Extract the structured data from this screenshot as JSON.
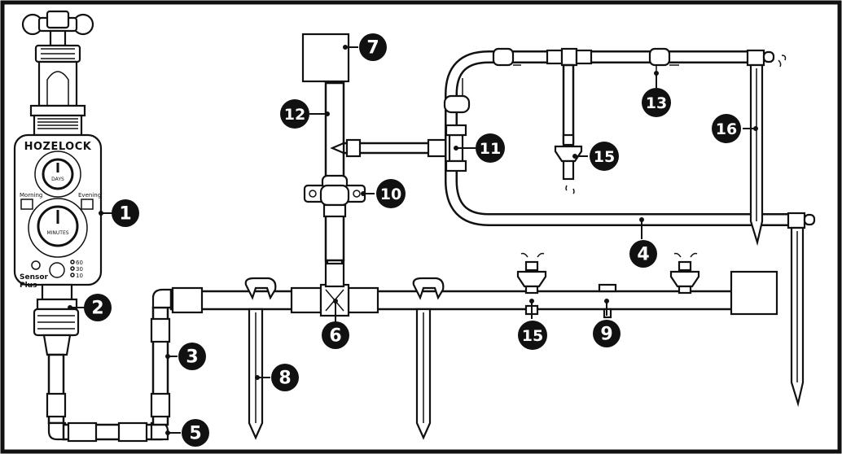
{
  "timer": {
    "brand": "HOZELOCK",
    "days_label": "DAYS",
    "minutes_label": "MINUTES",
    "morning_label": "Morning",
    "evening_label": "Evening",
    "sensor_label_1": "Sensor",
    "sensor_label_2": "Plus",
    "interval_60": "60",
    "interval_30": "30",
    "interval_10": "10"
  },
  "callouts": [
    {
      "number": "1"
    },
    {
      "number": "2"
    },
    {
      "number": "3"
    },
    {
      "number": "4"
    },
    {
      "number": "5"
    },
    {
      "number": "6"
    },
    {
      "number": "7"
    },
    {
      "number": "8"
    },
    {
      "number": "9"
    },
    {
      "number": "10"
    },
    {
      "number": "11"
    },
    {
      "number": "12"
    },
    {
      "number": "13"
    },
    {
      "number": "15"
    },
    {
      "number": "15"
    },
    {
      "number": "16"
    }
  ],
  "colors": {
    "ink": "#111111",
    "background": "#ffffff"
  }
}
